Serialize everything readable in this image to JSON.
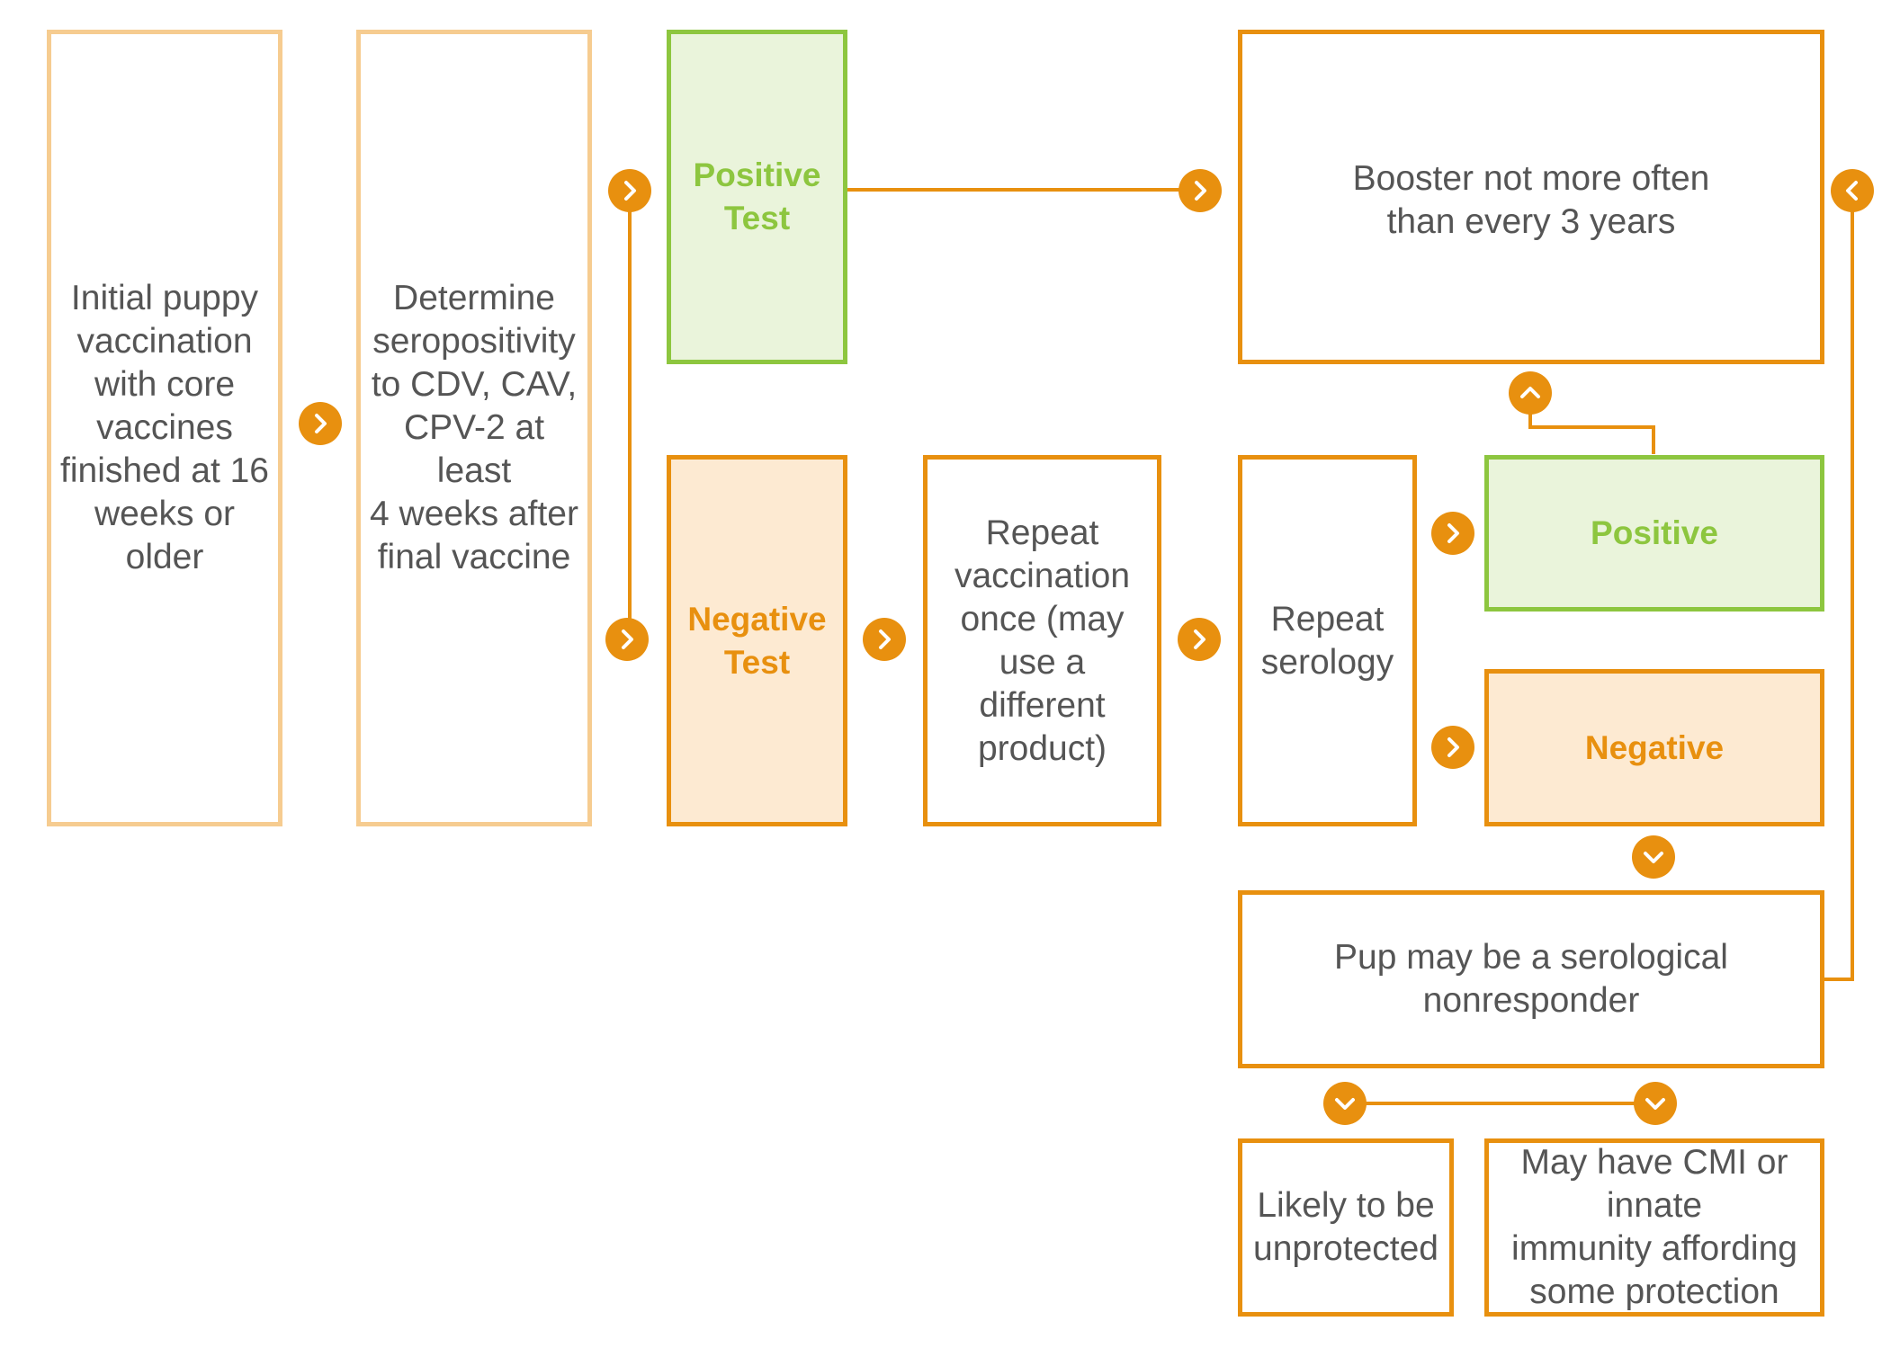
{
  "colors": {
    "orange": "#E8900F",
    "light_orange": "#F6CC90",
    "green": "#8DC63F",
    "green_fill": "#EAF4DB",
    "peach_fill": "#FDEAD2",
    "text": "#555555"
  },
  "nodes": {
    "initial": "Initial puppy\nvaccination\nwith core\nvaccines\nfinished at 16\nweeks or older",
    "determine": "Determine\nseropositivity\nto CDV, CAV,\nCPV-2 at least\n4 weeks after\nfinal vaccine",
    "positive_test": "Positive\nTest",
    "negative_test": "Negative\nTest",
    "booster": "Booster not more often\nthan every 3 years",
    "repeat_vaccination": "Repeat\nvaccination\nonce (may\nuse a different\nproduct)",
    "repeat_serology": "Repeat\nserology",
    "positive": "Positive",
    "negative": "Negative",
    "nonresponder": "Pup may be a serological\nnonresponder",
    "unprotected": "Likely to be\nunprotected",
    "cmi": "May have CMI or innate\nimmunity affording\nsome protection"
  },
  "icons": {
    "right": "chevron-right-icon",
    "left": "chevron-left-icon",
    "up": "chevron-up-icon",
    "down": "chevron-down-icon"
  }
}
